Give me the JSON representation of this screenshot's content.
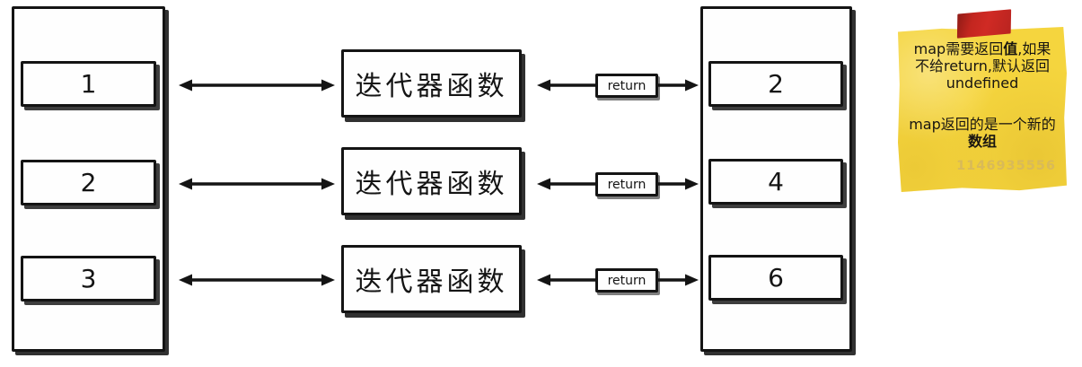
{
  "diagram": {
    "rows": [
      {
        "input": "1",
        "function": "迭代器函数",
        "return_label": "return",
        "output": "2"
      },
      {
        "input": "2",
        "function": "迭代器函数",
        "return_label": "return",
        "output": "4"
      },
      {
        "input": "3",
        "function": "迭代器函数",
        "return_label": "return",
        "output": "6"
      }
    ]
  },
  "sticky_note": {
    "line1_prefix": "map需要返回",
    "line1_bold": "值",
    "line1_suffix": ",如果",
    "line2": "不给return,默认返回",
    "line3": "undefined",
    "line4": "map返回的是一个新的",
    "line5_bold": "数组",
    "watermark": "1146935556"
  },
  "colors": {
    "ink": "#141414",
    "note_yellow": "#f5d53e",
    "tape_red": "#c3261f",
    "watermark_tan": "#d9ba58",
    "background": "#ffffff"
  }
}
